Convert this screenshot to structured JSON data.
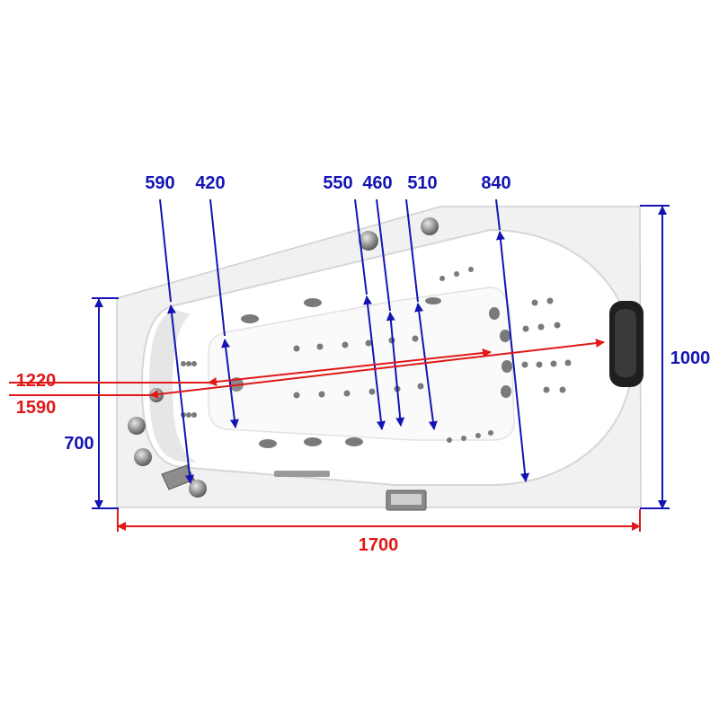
{
  "colors": {
    "blue": "#1414b4",
    "red": "#e01818",
    "tub_shell": "#f1f1f1",
    "tub_inner": "#ffffff",
    "jet": "#6f6f6f",
    "chrome": "#9a9a9a"
  },
  "dimensions": {
    "d590": "590",
    "d420": "420",
    "d550": "550",
    "d460": "460",
    "d510": "510",
    "d840": "840",
    "d1220": "1220",
    "d1590": "1590",
    "d700": "700",
    "d1000": "1000",
    "d1700": "1700"
  }
}
